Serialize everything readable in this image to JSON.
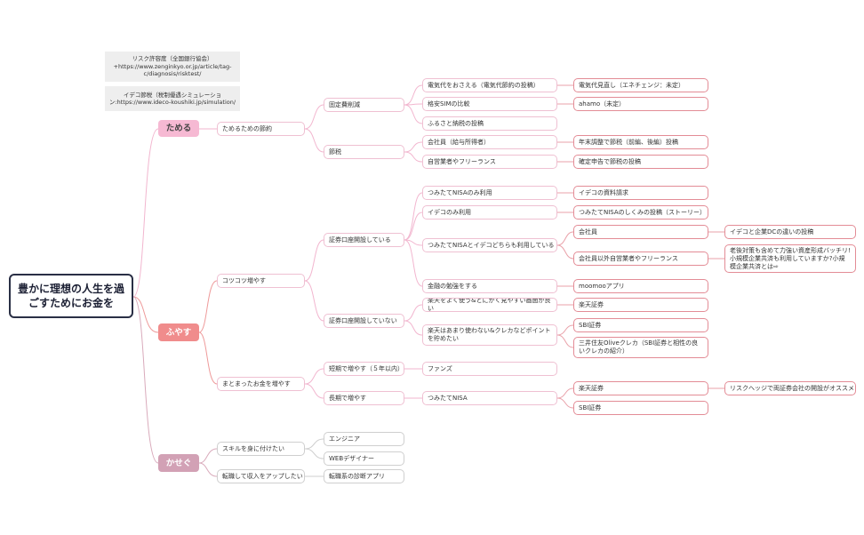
{
  "notes": [
    "リスク許容度（全国銀行協会）+https://www.zenginkyo.or.jp/article/tag-c/diagnosis/risktest/",
    "イデコ節税（税制優遇シミュレーション:https://www.ideco-koushiki.jp/simulation/"
  ],
  "root": "豊かに理想の人生を過ごすためにお金を",
  "tameru": {
    "label": "ためる",
    "saving": "ためるための節約",
    "fixed_cost": "固定費削減",
    "electricity": "電気代をおさえる（電気代節約の投稿）",
    "electricity_review": "電気代見直し（エネチェンジ：未定）",
    "sim": "格安SIMの比較",
    "ahamo": "ahamo（未定）",
    "furusato": "ふるさと納税の投稿",
    "tax": "節税",
    "employee": "会社員（給与所得者）",
    "year_end": "年末調整で節税（前編、後編）投稿",
    "freelance": "自営業者やフリーランス",
    "kakutei": "確定申告で節税の投稿"
  },
  "fuyasu": {
    "label": "ふやす",
    "steady": "コツコツ増やす",
    "has_account": "証券口座開設している",
    "nisa_only": "つみたてNISAのみ利用",
    "ideco_request": "イデコの資料請求",
    "ideco_only": "イデコのみ利用",
    "nisa_story": "つみたてNISAのしくみの投稿（ストーリー）",
    "both": "つみたてNISAとイデコどちらも利用している",
    "employee": "会社員",
    "ideco_dc": "イデコと企業DCの違いの投稿",
    "non_employee": "会社員以外自営業者やフリーランス",
    "kyosai": "老後対策も含めて力強い資産形成バッチリ!小規模企業共済も利用していますか?小規模企業共済とは⇨",
    "study": "金融の勉強をする",
    "moomoo": "moomooアプリ",
    "no_account": "証券口座開設していない",
    "rakuten_use": "楽天をよく使う&とにかく見やすい画面が良い",
    "rakuten_sec": "楽天証券",
    "rakuten_less": "楽天はあまり使わない&クレカなどポイントを貯めたい",
    "sbi": "SBI証券",
    "olive": "三井住友Oliveクレカ（SBI証券と相性の良いクレカの紹介）",
    "lump": "まとまったお金を増やす",
    "short": "短期で増やす（５年以内）",
    "funds": "ファンズ",
    "long": "長期で増やす",
    "tsumitate": "つみたてNISA",
    "rakuten2": "楽天証券",
    "hedge": "リスクヘッジで両証券会社の開設がオススメ",
    "sbi2": "SBI証券"
  },
  "kasegu": {
    "label": "かせぐ",
    "skill": "スキルを身に付けたい",
    "engineer": "エンジニア",
    "web": "WEBデザイナー",
    "change": "転職して収入をアップしたい",
    "diag": "転職系の診断アプリ"
  }
}
